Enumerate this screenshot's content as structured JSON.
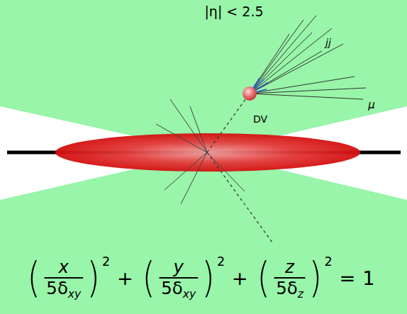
{
  "diagram": {
    "labels": [
      "|η| < 2.5",
      "jj",
      "μ",
      "DV",
      "(",
      "x",
      "5δ",
      "xy",
      ")",
      "2",
      "+",
      "(",
      "y",
      "5δ",
      "xy",
      ")",
      "2",
      "+",
      "(",
      "z",
      "5δ",
      "z",
      ")",
      "2",
      "=",
      "1"
    ]
  }
}
